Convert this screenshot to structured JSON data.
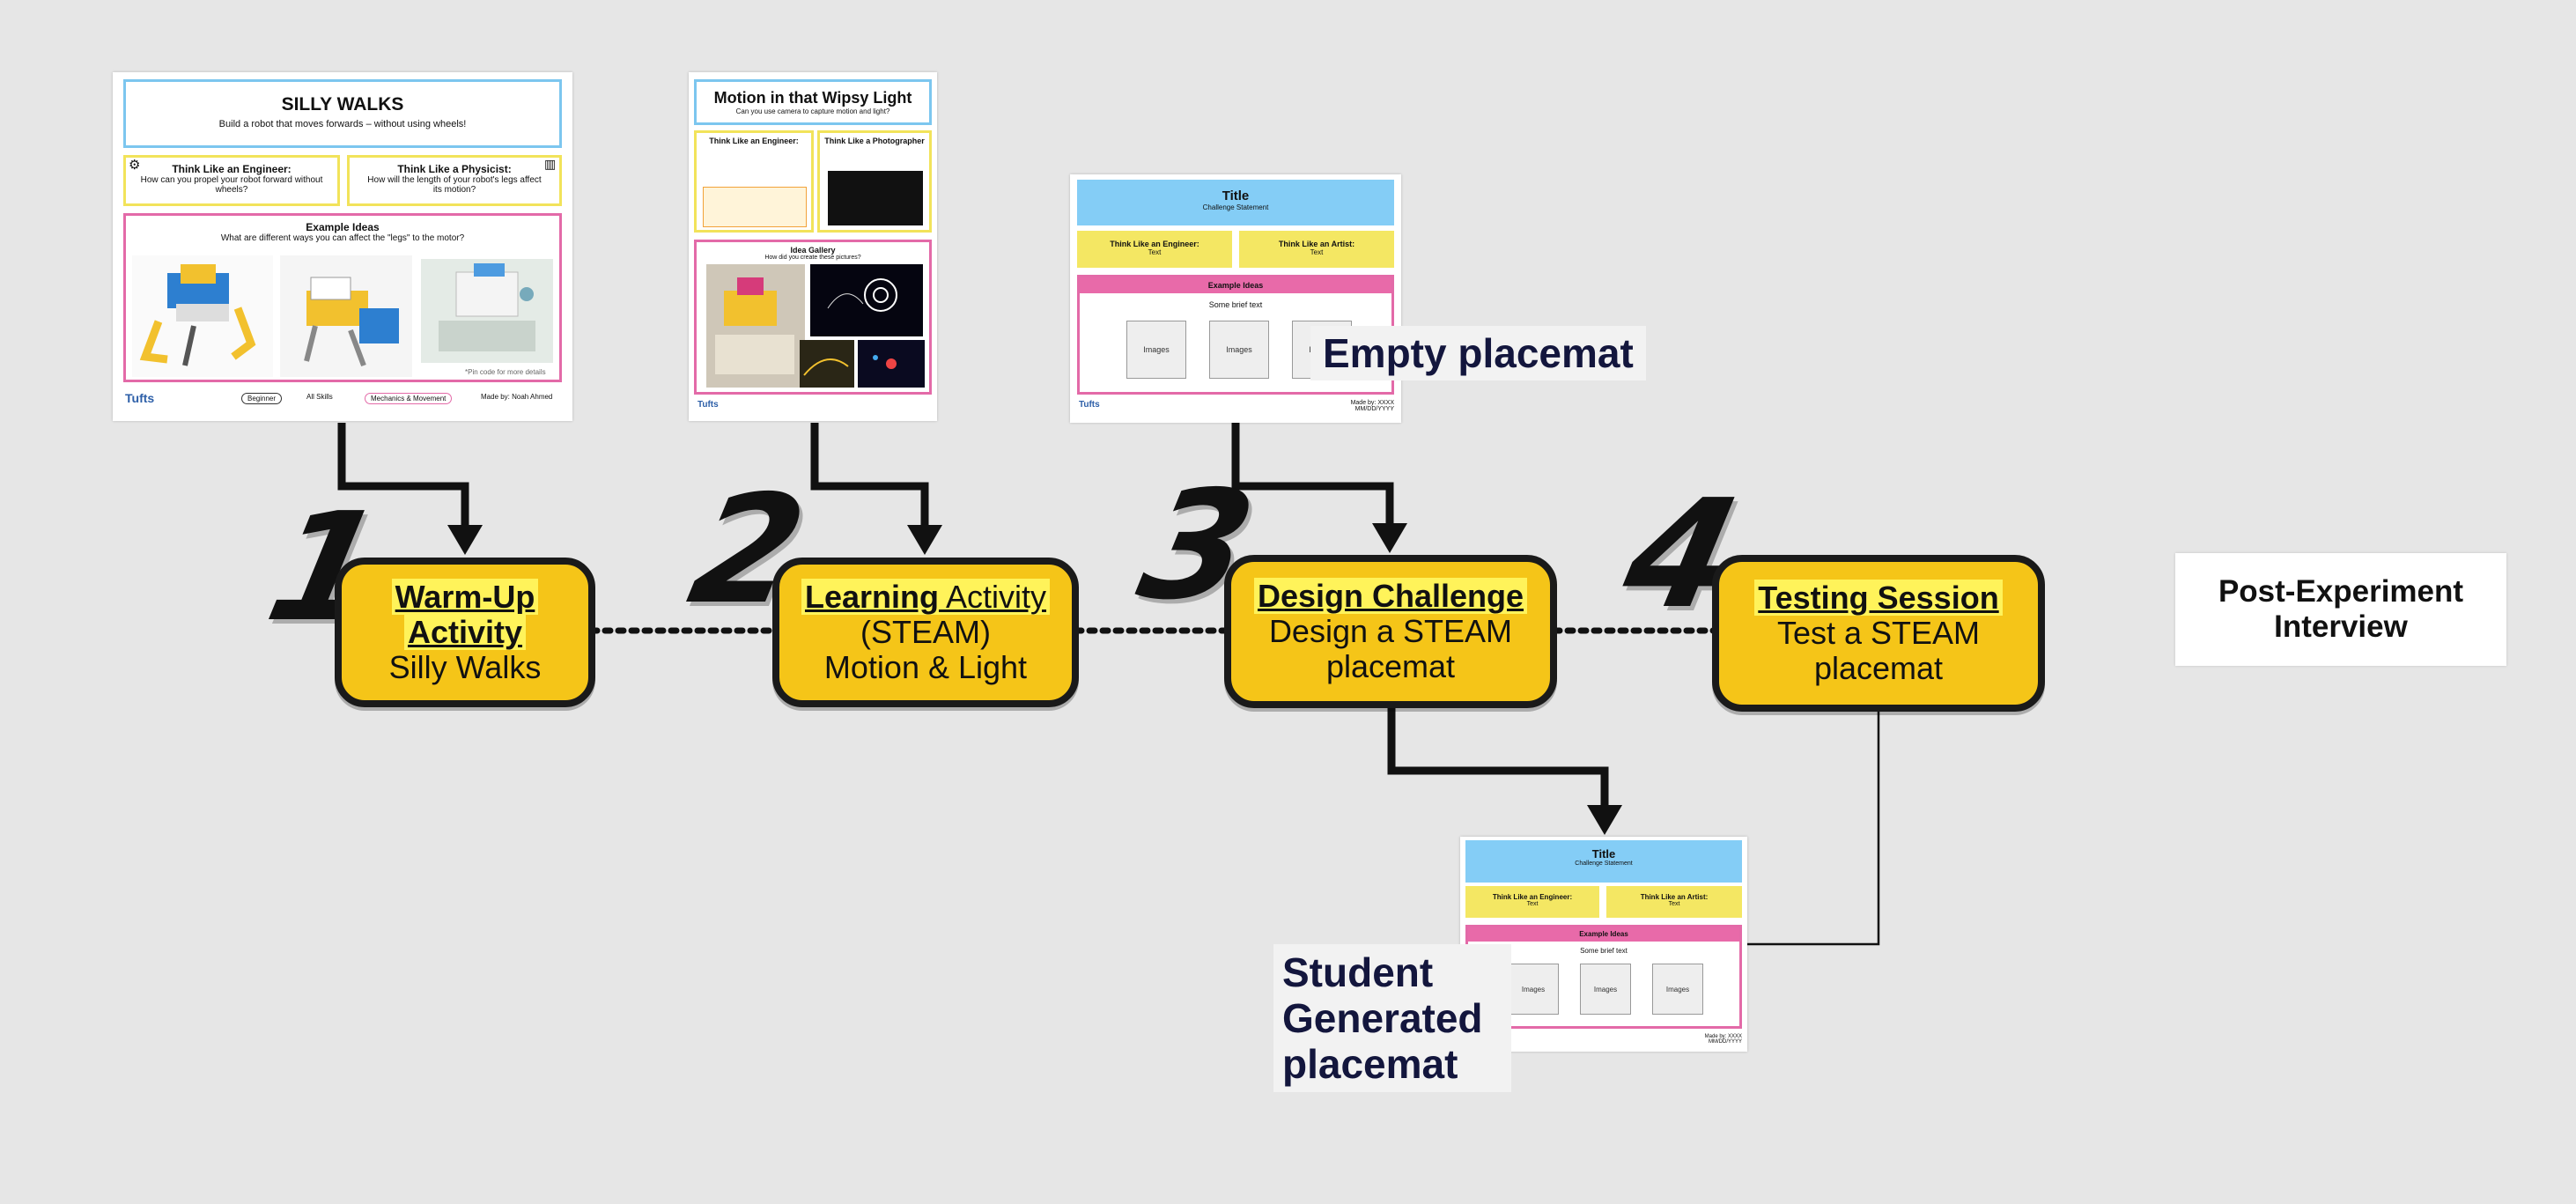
{
  "steps": [
    {
      "number": "1",
      "title": "Warm-Up Activity",
      "title_a": "Warm-Up",
      "title_b": "Activity",
      "subtitle": "Silly Walks"
    },
    {
      "number": "2",
      "title_bold": "Learning",
      "title_rest": " Activity",
      "line2": "(STEAM)",
      "line3": "Motion & Light"
    },
    {
      "number": "3",
      "title": "Design Challenge",
      "line2": "Design a STEAM",
      "line3": "placemat"
    },
    {
      "number": "4",
      "title": "Testing Session",
      "line2": "Test a STEAM",
      "line3": "placemat"
    }
  ],
  "interview": {
    "line1": "Post-Experiment",
    "line2": "Interview"
  },
  "labels": {
    "empty": "Empty placemat",
    "student_1": "Student",
    "student_2": "Generated",
    "student_3": "placemat"
  },
  "silly_walks": {
    "title": "SILLY WALKS",
    "subtitle": "Build a robot that moves forwards – without using wheels!",
    "engineer_title": "Think Like an Engineer:",
    "engineer_text": "How can you propel your robot forward without wheels?",
    "physicist_title": "Think Like a Physicist:",
    "physicist_text": "How will the length of your robot's legs affect its motion?",
    "ideas_title": "Example Ideas",
    "ideas_text": "What are different ways you can affect the \"legs\" to the motor?",
    "footer_code": "*Pin code for more details",
    "logo": "Tufts",
    "tag1": "Beginner",
    "tag2": "All Skills",
    "tag3": "Mechanics & Movement",
    "made_by": "Made by: Noah Ahmed"
  },
  "motion": {
    "title": "Motion in that Wipsy Light",
    "subtitle": "Can you use camera to capture motion and light?",
    "engineer_title": "Think Like an Engineer:",
    "photographer_title": "Think Like a Photographer",
    "gallery_title": "Idea Gallery",
    "gallery_sub": "How did you create these pictures?",
    "logo": "Tufts"
  },
  "empty_mat": {
    "title": "Title",
    "statement": "Challenge Statement",
    "engineer": "Think Like an Engineer:",
    "artist": "Think Like an Artist:",
    "text": "Text",
    "ideas": "Example Ideas",
    "brief": "Some brief text",
    "image": "Images",
    "logo": "Tufts",
    "made_by": "Made by: XXXX",
    "date": "MM/DD/YYYY"
  },
  "student_mat": {
    "title": "Title",
    "statement": "Challenge Statement",
    "engineer": "Think Like an Engineer:",
    "artist": "Think Like an Artist:",
    "text": "Text",
    "ideas": "Example Ideas",
    "brief": "Some brief text",
    "image": "Images",
    "made_by": "Made by: XXXX",
    "date": "MM/DD/YYYY"
  },
  "colors": {
    "step_fill": "#f5c518",
    "highlight": "#fff35a",
    "blue": "#84cdf6",
    "yellow": "#f4e763",
    "pink": "#e86aa9",
    "background": "#e6e6e6"
  }
}
